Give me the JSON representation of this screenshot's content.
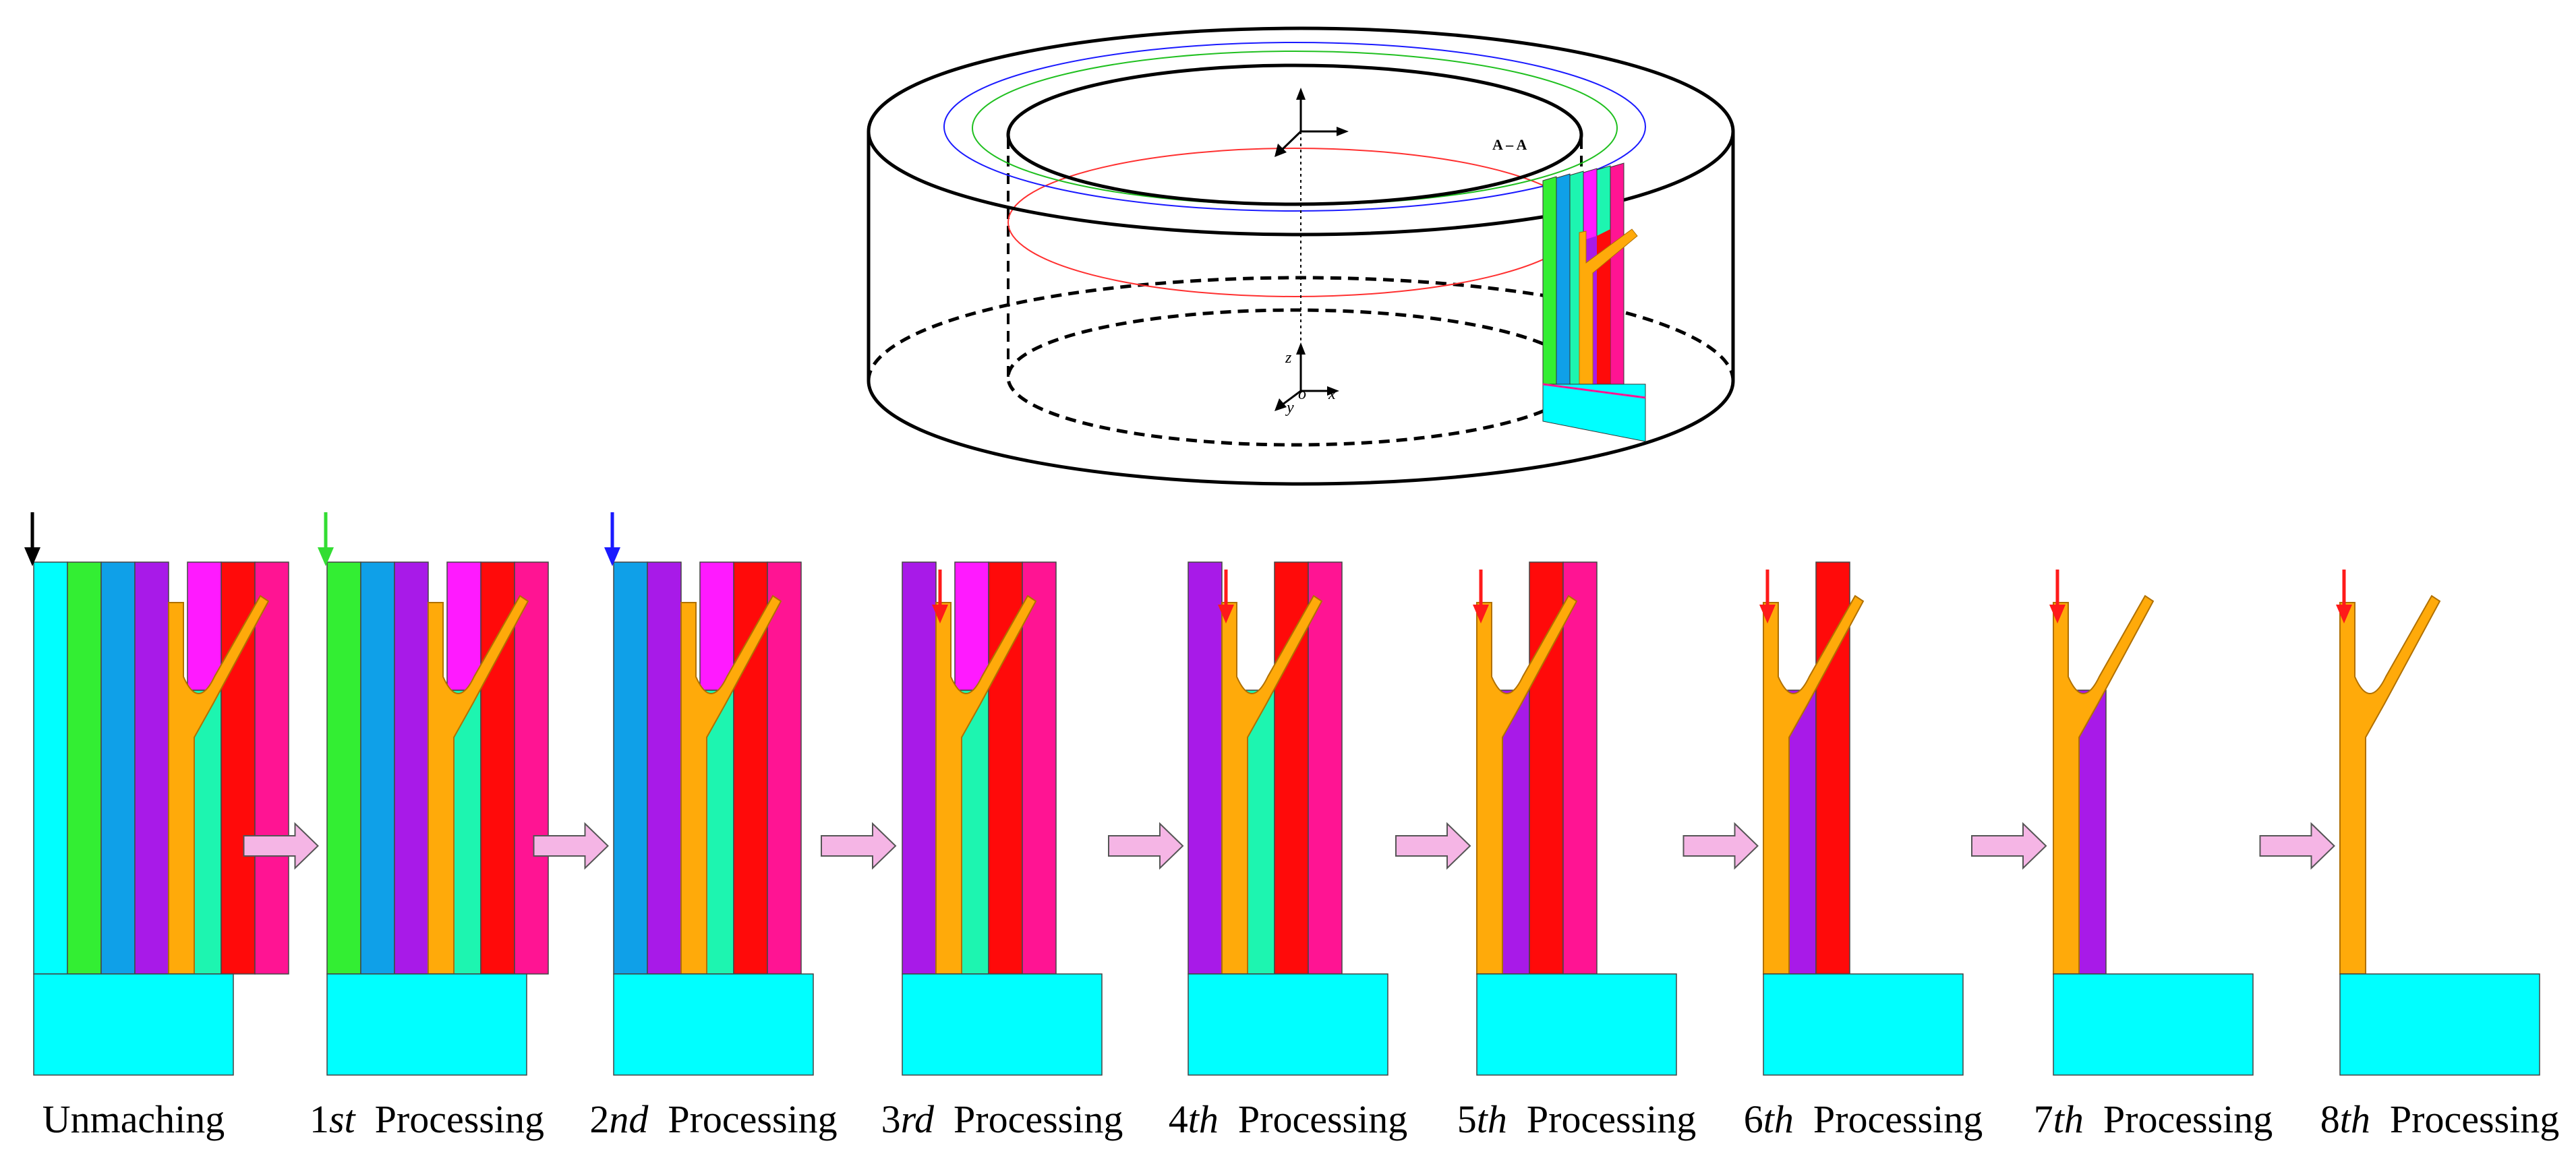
{
  "stages": [
    {
      "ordinal": "",
      "label": "Unmaching",
      "arrow_color": "#000000",
      "strips": [
        "cyan",
        "green",
        "blue",
        "purple",
        "teal",
        "red",
        "pink"
      ],
      "cap": "magenta"
    },
    {
      "ordinal": "1st",
      "label": "Processing",
      "arrow_color": "#33dd33",
      "strips": [
        "green",
        "blue",
        "purple",
        "teal",
        "red",
        "pink"
      ],
      "cap": "magenta"
    },
    {
      "ordinal": "2nd",
      "label": "Processing",
      "arrow_color": "#1a1aff",
      "strips": [
        "blue",
        "purple",
        "teal",
        "red",
        "pink"
      ],
      "cap": "magenta"
    },
    {
      "ordinal": "3rd",
      "label": "Processing",
      "arrow_color": "#ff1a1a",
      "strips": [
        "purple",
        "teal",
        "red",
        "pink"
      ],
      "cap": "magenta"
    },
    {
      "ordinal": "4th",
      "label": "Processing",
      "arrow_color": "#ff1a1a",
      "strips": [
        "purple",
        "teal",
        "red",
        "pink"
      ],
      "cap": "none"
    },
    {
      "ordinal": "5th",
      "label": "Processing",
      "arrow_color": "#ff1a1a",
      "strips": [
        "purple",
        "red",
        "pink"
      ],
      "cap": "none"
    },
    {
      "ordinal": "6th",
      "label": "Processing",
      "arrow_color": "#ff1a1a",
      "strips": [
        "purple",
        "red"
      ],
      "cap": "none"
    },
    {
      "ordinal": "7th",
      "label": "Processing",
      "arrow_color": "#ff1a1a",
      "strips": [
        "purple"
      ],
      "cap": "none"
    },
    {
      "ordinal": "8th",
      "label": "Processing",
      "arrow_color": "#ff1a1a",
      "strips": [],
      "cap": "none"
    }
  ],
  "cylinder": {
    "section_label": "A – A",
    "axis_labels": {
      "x": "x",
      "y": "y",
      "z": "z",
      "origin": "o"
    }
  },
  "colors": {
    "cyan": "#00ffff",
    "green": "#33ee33",
    "blue": "#0fa0e8",
    "purple": "#a81ae8",
    "teal": "#1df5b0",
    "red": "#ff0a0a",
    "pink": "#ff1493",
    "magenta": "#ff1aff",
    "part": "#ffaa0a",
    "process_arrow": "#f5b5e5"
  }
}
